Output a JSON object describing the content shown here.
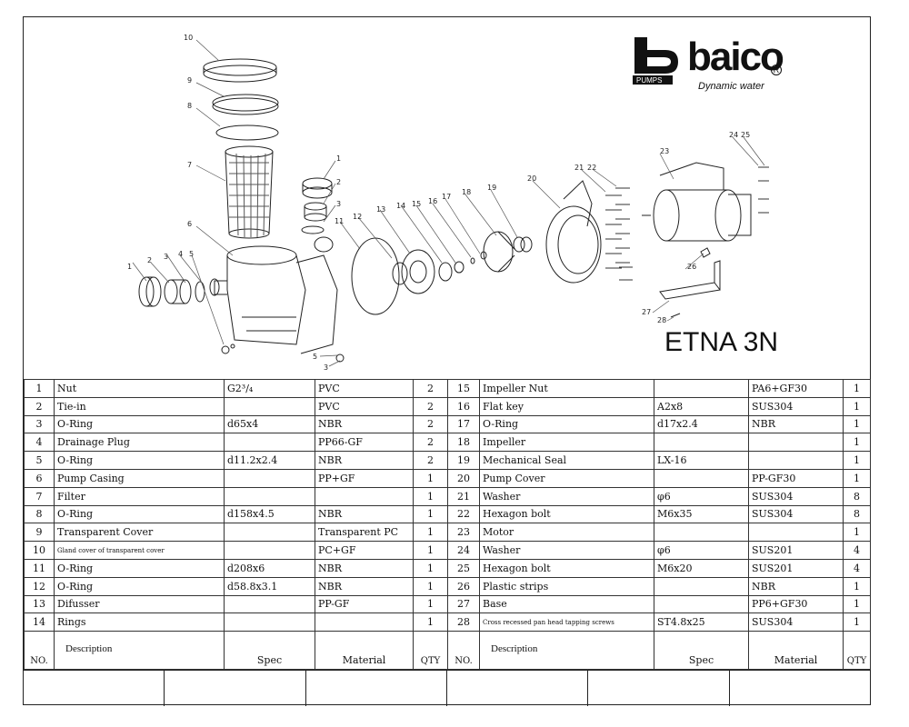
{
  "brand": {
    "logo_text": "baico",
    "tagline": "Dynamic water",
    "sub_label": "PUMPS"
  },
  "model": "ETNA 3N",
  "callouts": [
    "1",
    "2",
    "3",
    "4",
    "5",
    "6",
    "7",
    "8",
    "9",
    "10",
    "11",
    "12",
    "13",
    "14",
    "15",
    "16",
    "17",
    "18",
    "19",
    "20",
    "21",
    "22",
    "23",
    "24",
    "25",
    "26",
    "27",
    "28",
    "3",
    "5"
  ],
  "headers": {
    "no": "NO.",
    "description": "Description",
    "spec": "Spec",
    "material": "Material",
    "qty": "QTY"
  },
  "left_parts": [
    {
      "no": "1",
      "description": "Nut",
      "spec": "G2³/₄",
      "material": "PVC",
      "qty": "2"
    },
    {
      "no": "2",
      "description": "Tie-in",
      "spec": "",
      "material": "PVC",
      "qty": "2"
    },
    {
      "no": "3",
      "description": "O-Ring",
      "spec": "d65x4",
      "material": "NBR",
      "qty": "2"
    },
    {
      "no": "4",
      "description": "Drainage Plug",
      "spec": "",
      "material": "PP66-GF",
      "qty": "2"
    },
    {
      "no": "5",
      "description": "O-Ring",
      "spec": "d11.2x2.4",
      "material": "NBR",
      "qty": "2"
    },
    {
      "no": "6",
      "description": "Pump Casing",
      "spec": "",
      "material": "PP+GF",
      "qty": "1"
    },
    {
      "no": "7",
      "description": "Filter",
      "spec": "",
      "material": "",
      "qty": "1"
    },
    {
      "no": "8",
      "description": "O-Ring",
      "spec": "d158x4.5",
      "material": "NBR",
      "qty": "1"
    },
    {
      "no": "9",
      "description": "Transparent Cover",
      "spec": "",
      "material": "Transparent PC",
      "qty": "1"
    },
    {
      "no": "10",
      "description": "Gland cover of transparent cover",
      "spec": "",
      "material": "PC+GF",
      "qty": "1"
    },
    {
      "no": "11",
      "description": "O-Ring",
      "spec": "d208x6",
      "material": "NBR",
      "qty": "1"
    },
    {
      "no": "12",
      "description": "O-Ring",
      "spec": "d58.8x3.1",
      "material": "NBR",
      "qty": "1"
    },
    {
      "no": "13",
      "description": "Difusser",
      "spec": "",
      "material": "PP-GF",
      "qty": "1"
    },
    {
      "no": "14",
      "description": "Rings",
      "spec": "",
      "material": "",
      "qty": "1"
    }
  ],
  "right_parts": [
    {
      "no": "15",
      "description": "Impeller Nut",
      "spec": "",
      "material": "PA6+GF30",
      "qty": "1"
    },
    {
      "no": "16",
      "description": "Flat key",
      "spec": "A2x8",
      "material": "SUS304",
      "qty": "1"
    },
    {
      "no": "17",
      "description": "O-Ring",
      "spec": "d17x2.4",
      "material": "NBR",
      "qty": "1"
    },
    {
      "no": "18",
      "description": "Impeller",
      "spec": "",
      "material": "",
      "qty": "1"
    },
    {
      "no": "19",
      "description": "Mechanical Seal",
      "spec": "LX-16",
      "material": "",
      "qty": "1"
    },
    {
      "no": "20",
      "description": "Pump Cover",
      "spec": "",
      "material": "PP-GF30",
      "qty": "1"
    },
    {
      "no": "21",
      "description": "Washer",
      "spec": "φ6",
      "material": "SUS304",
      "qty": "8"
    },
    {
      "no": "22",
      "description": "Hexagon bolt",
      "spec": "M6x35",
      "material": "SUS304",
      "qty": "8"
    },
    {
      "no": "23",
      "description": "Motor",
      "spec": "",
      "material": "",
      "qty": "1"
    },
    {
      "no": "24",
      "description": "Washer",
      "spec": "φ6",
      "material": "SUS201",
      "qty": "4"
    },
    {
      "no": "25",
      "description": "Hexagon bolt",
      "spec": "M6x20",
      "material": "SUS201",
      "qty": "4"
    },
    {
      "no": "26",
      "description": "Plastic strips",
      "spec": "",
      "material": "NBR",
      "qty": "1"
    },
    {
      "no": "27",
      "description": "Base",
      "spec": "",
      "material": "PP6+GF30",
      "qty": "1"
    },
    {
      "no": "28",
      "description": "Cross recessed pan head tapping screws",
      "spec": "ST4.8x25",
      "material": "SUS304",
      "qty": "1"
    }
  ],
  "colors": {
    "ink": "#111111",
    "line": "#333333",
    "background": "#ffffff"
  }
}
